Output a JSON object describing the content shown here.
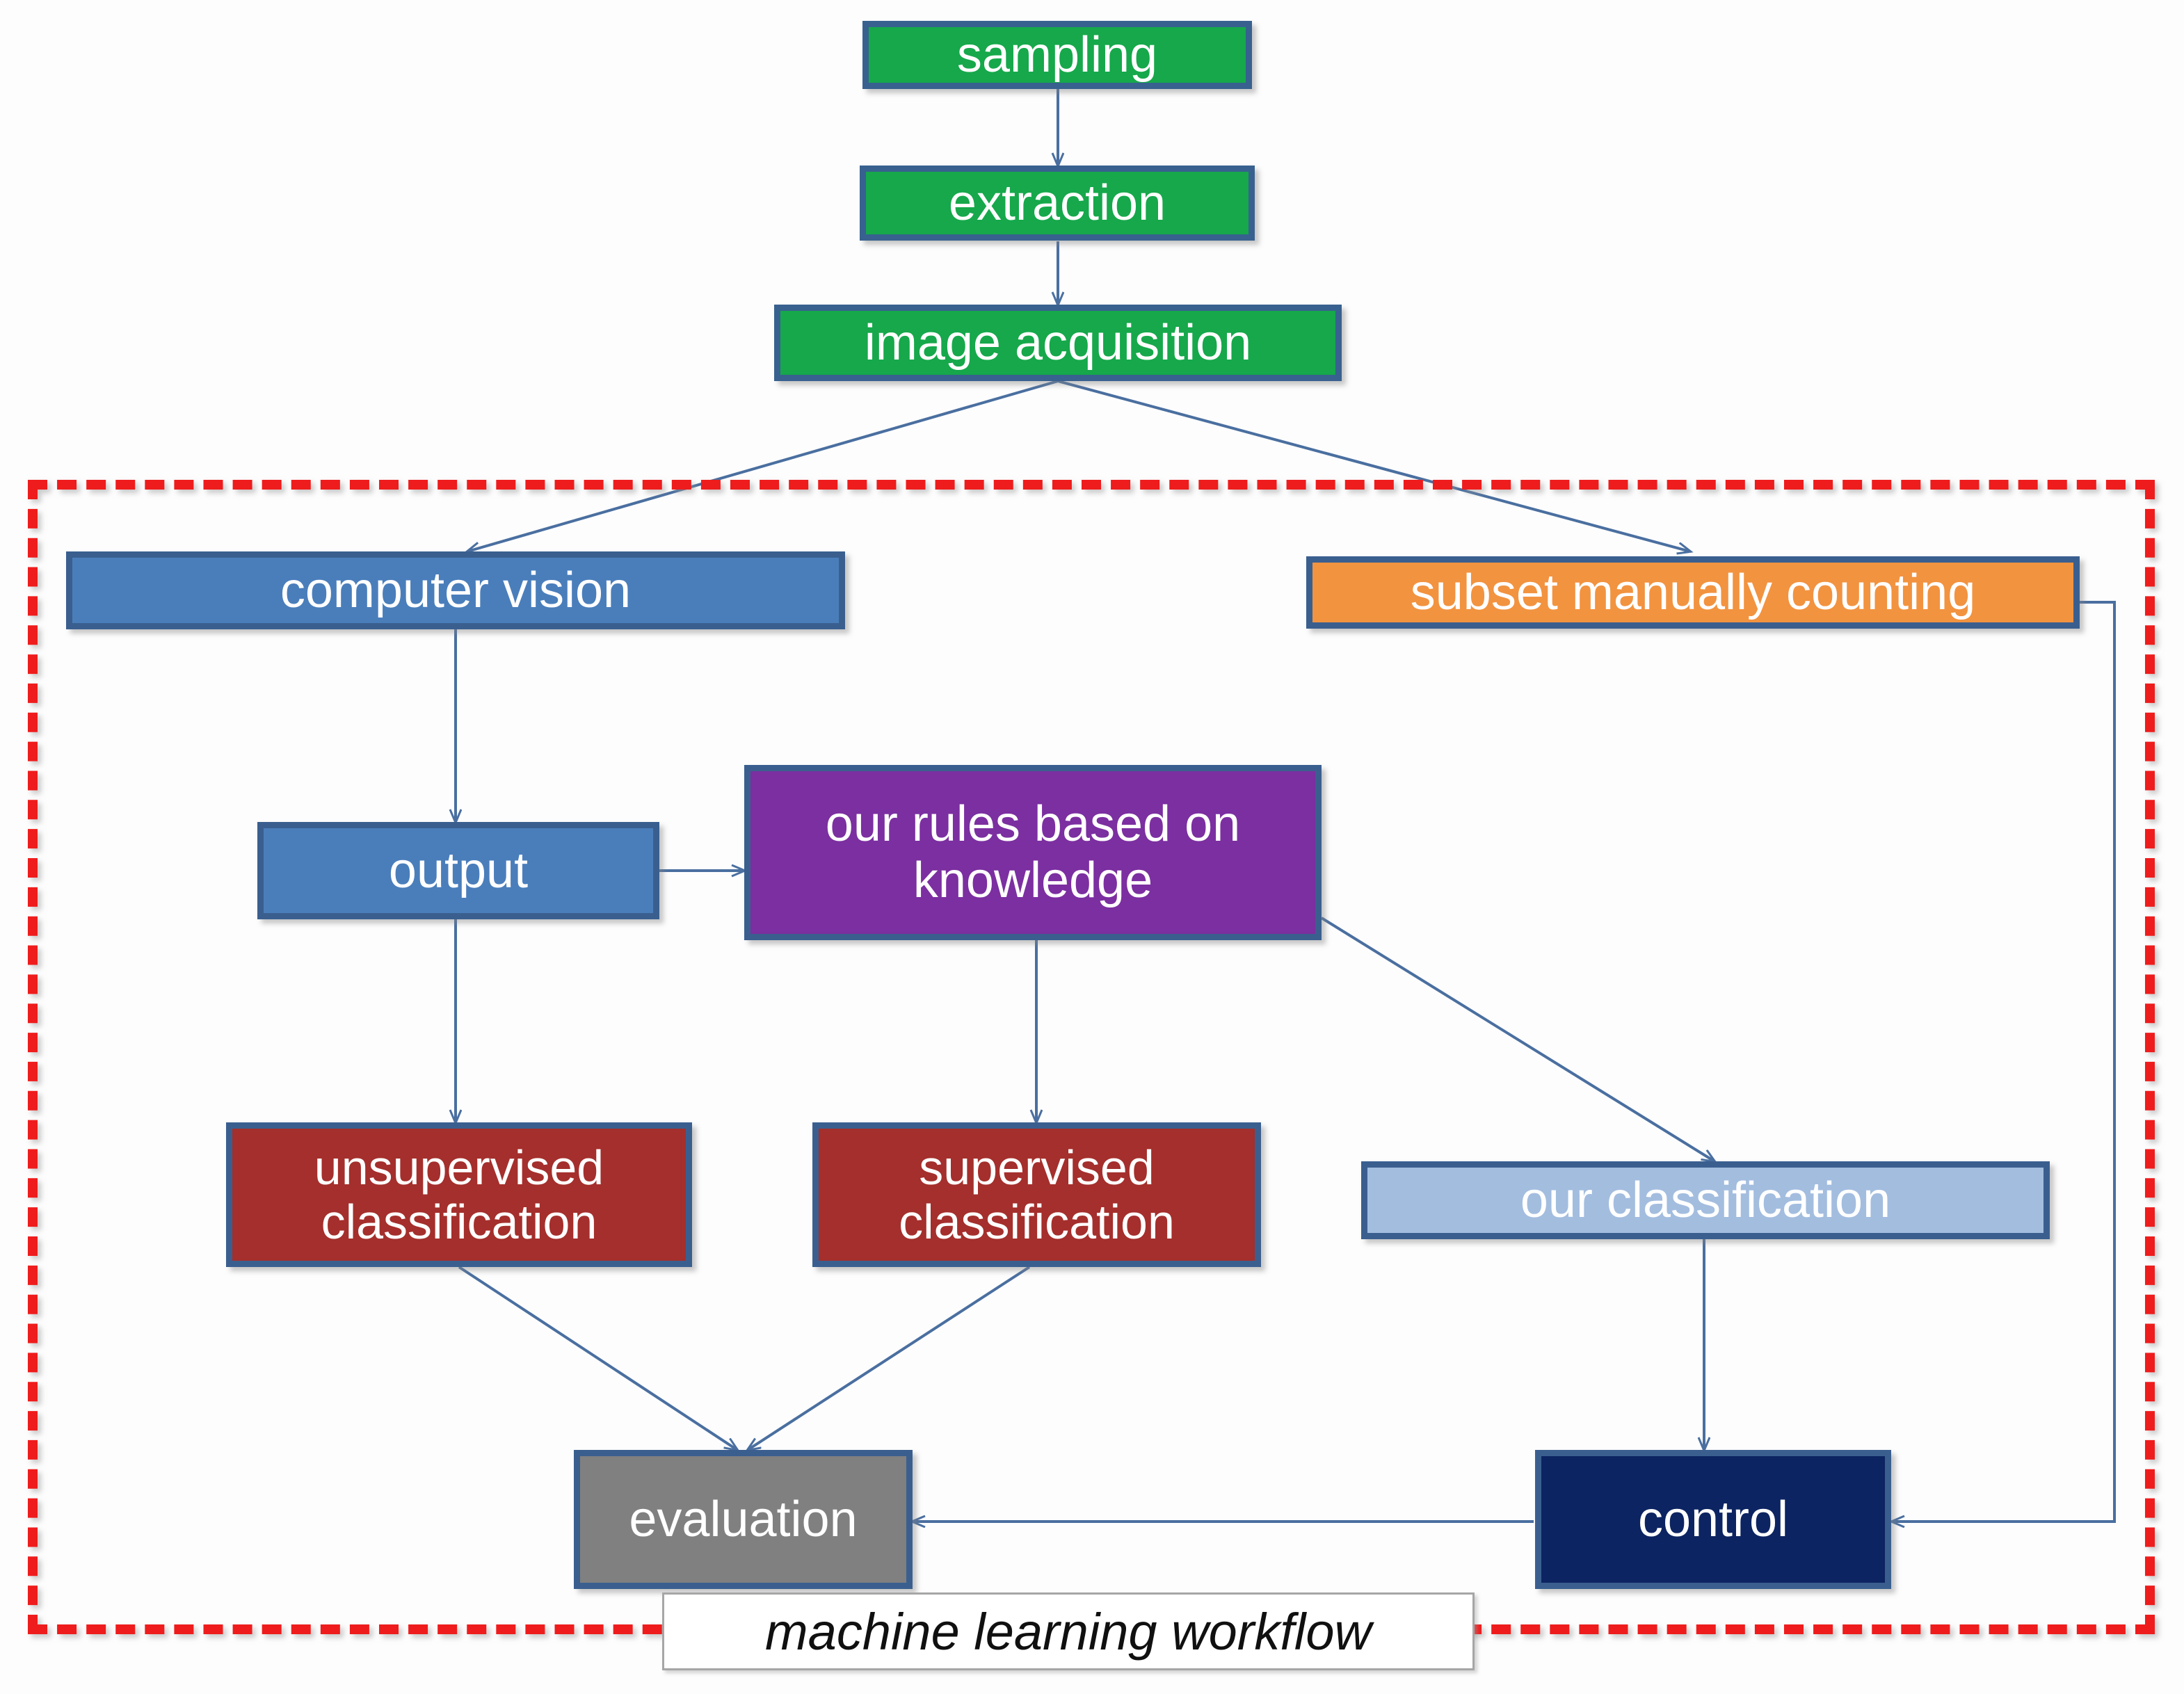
{
  "diagram": {
    "title": "machine learning workflow",
    "caption": "machine learning workflow",
    "colors": {
      "green": "#16a84b",
      "blue": "#4a7ebb",
      "orange": "#f29340",
      "purple": "#7b2fa0",
      "dark_red": "#a42f2c",
      "light_blue": "#a3bddf",
      "gray": "#808080",
      "navy": "#0c2461",
      "border": "#3a5f8f",
      "group_frame": "#ee1c1c",
      "connector": "#4a6fa0"
    },
    "nodes": {
      "sampling": "sampling",
      "extraction": "extraction",
      "image_acquisition": "image acquisition",
      "computer_vision": "computer vision",
      "subset_manually_counting": "subset manually counting",
      "output": "output",
      "rules": "our rules based on\nknowledge",
      "rules_line1": "our rules based on",
      "rules_line2": "knowledge",
      "unsupervised_line1": "unsupervised",
      "unsupervised_line2": "classification",
      "supervised_line1": "supervised",
      "supervised_line2": "classification",
      "our_classification": "our classification",
      "evaluation": "evaluation",
      "control": "control"
    },
    "edges": [
      {
        "from": "sampling",
        "to": "extraction"
      },
      {
        "from": "extraction",
        "to": "image acquisition"
      },
      {
        "from": "image acquisition",
        "to": "computer vision"
      },
      {
        "from": "image acquisition",
        "to": "subset manually counting"
      },
      {
        "from": "computer vision",
        "to": "output"
      },
      {
        "from": "computer vision",
        "to": "unsupervised classification"
      },
      {
        "from": "output",
        "to": "our rules based on knowledge"
      },
      {
        "from": "our rules based on knowledge",
        "to": "supervised classification"
      },
      {
        "from": "our rules based on knowledge",
        "to": "our classification"
      },
      {
        "from": "unsupervised classification",
        "to": "evaluation"
      },
      {
        "from": "supervised classification",
        "to": "evaluation"
      },
      {
        "from": "our classification",
        "to": "control"
      },
      {
        "from": "subset manually counting",
        "to": "control"
      },
      {
        "from": "control",
        "to": "evaluation"
      }
    ]
  }
}
